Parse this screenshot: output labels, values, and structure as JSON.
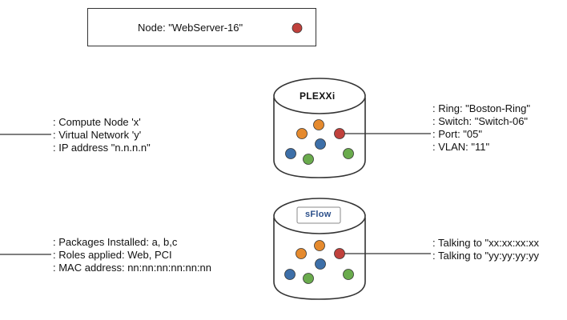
{
  "node": {
    "label": "Node: \"WebServer-16\"",
    "indicator_color": "#c0413c"
  },
  "left_groups": [
    {
      "lines": [
        ": Compute Node 'x'",
        ": Virtual Network 'y'",
        ": IP address \"n.n.n.n\""
      ]
    },
    {
      "lines": [
        ": Packages Installed: a, b,c",
        ": Roles applied: Web, PCI",
        ": MAC address: nn:nn:nn:nn:nn:nn"
      ]
    }
  ],
  "datastores": [
    {
      "logo_text": "PLEXXi",
      "logo_icon": "plexxi-logo",
      "attributes": [
        ": Ring: \"Boston-Ring\"",
        ": Switch: \"Switch-06\"",
        ": Port: \"05\"",
        ": VLAN: \"11\""
      ]
    },
    {
      "logo_text": "sFlow",
      "logo_icon": "sflow-logo",
      "attributes": [
        ": Talking to \"xx:xx:xx:xx",
        ": Talking to \"yy:yy:yy:yy"
      ]
    }
  ],
  "colors": {
    "red": "#c0413c",
    "orange": "#e58a2e",
    "blue": "#3d6fa8",
    "green": "#6aab4d",
    "line": "#333333"
  }
}
